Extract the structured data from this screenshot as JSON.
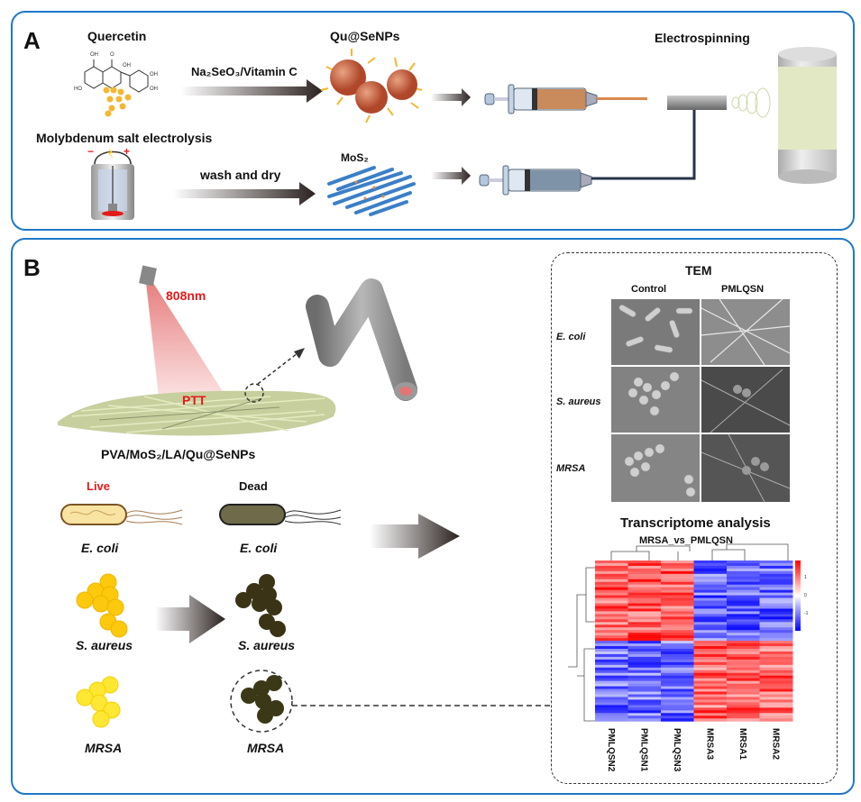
{
  "panel_a": {
    "letter": "A",
    "quercetin_label": "Quercetin",
    "reaction_1_label": "Na₂SeO₃/Vitamin C",
    "product_1_label": "Qu@SeNPs",
    "electrolysis_label": "Molybdenum salt electrolysis",
    "electrode_minus": "−",
    "electrode_plus": "+",
    "reaction_2_label": "wash and dry",
    "product_2_label": "MoS₂",
    "electrospinning_label": "Electrospinning",
    "structure_oh_labels": [
      "OH",
      "O",
      "OH",
      "HO",
      "O",
      "OH",
      "OH"
    ]
  },
  "panel_b": {
    "letter": "B",
    "laser_label": "808nm",
    "ptt_label": "PTT",
    "mat_label": "PVA/MoS₂/LA/Qu@SeNPs",
    "live_label": "Live",
    "dead_label": "Dead",
    "bacteria": [
      {
        "name": "E. coli"
      },
      {
        "name": "S. aureus"
      },
      {
        "name": "MRSA"
      }
    ],
    "tem": {
      "title": "TEM",
      "columns": [
        "Control",
        "PMLQSN"
      ],
      "rows": [
        "E. coli",
        "S. aureus",
        "MRSA"
      ]
    },
    "transcriptome": {
      "title": "Transcriptome analysis",
      "subtitle": "MRSA_vs_PMLQSN",
      "samples": [
        "PMLQSN2",
        "PMLQSN1",
        "PMLQSN3",
        "MRSA3",
        "MRSA1",
        "MRSA2"
      ],
      "scale_ticks": [
        "1",
        "0",
        "-1"
      ],
      "colors": {
        "high": "#ff0000",
        "mid": "#ffffff",
        "low": "#0000ff"
      }
    }
  },
  "colors": {
    "panel_border": "#1f78c8",
    "accent_red": "#e31a1a"
  }
}
